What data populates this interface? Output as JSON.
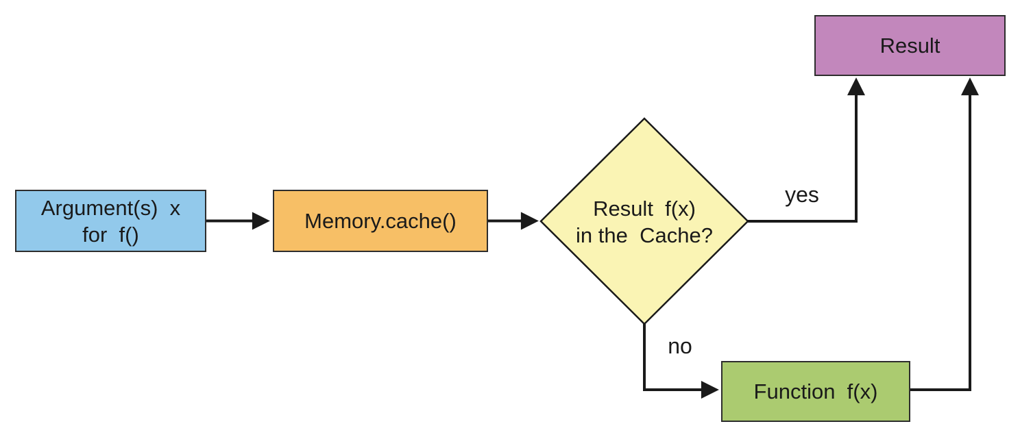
{
  "diagram": {
    "type": "flowchart",
    "background": "#ffffff",
    "line_color": "#1a1a1a",
    "text_color": "#1a1a1a"
  },
  "nodes": {
    "argument": {
      "shape": "rectangle",
      "fill": "#92c9eb",
      "line1": "Argument(s)  x",
      "line2": "for  f()"
    },
    "memory": {
      "shape": "rectangle",
      "fill": "#f7bf66",
      "label": "Memory.cache()"
    },
    "decision": {
      "shape": "diamond",
      "fill": "#faf4b4",
      "line1": "Result  f(x)",
      "line2": "in the  Cache?"
    },
    "result": {
      "shape": "rectangle",
      "fill": "#c287bc",
      "label": "Result"
    },
    "function": {
      "shape": "rectangle",
      "fill": "#abcb70",
      "label": "Function  f(x)"
    }
  },
  "edges": {
    "yes_label": "yes",
    "no_label": "no"
  }
}
